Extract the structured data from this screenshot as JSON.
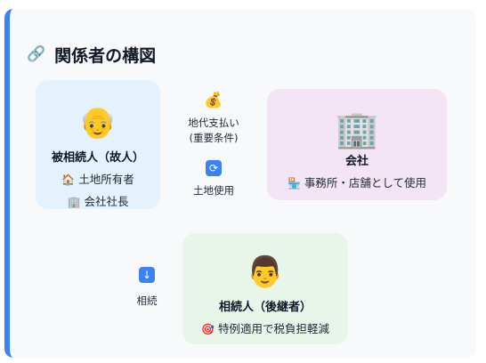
{
  "title": {
    "icon": "link-icon",
    "text": "関係者の構図"
  },
  "deceased": {
    "avatar_icon": "old-man-face-icon",
    "name": "被相続人（故人）",
    "roles": [
      {
        "icon": "house-icon",
        "text": "土地所有者"
      },
      {
        "icon": "office-building-icon",
        "text": "会社社長"
      }
    ]
  },
  "company": {
    "icon": "office-building-icon",
    "name": "会社",
    "roles": [
      {
        "icon": "store-icon",
        "text": "事務所・店舗として使用"
      }
    ]
  },
  "heir": {
    "avatar_icon": "man-face-icon",
    "name": "相続人（後継者）",
    "roles": [
      {
        "icon": "target-icon",
        "text": "特例適用で税負担軽減"
      }
    ]
  },
  "connectors": {
    "rent": {
      "icon": "money-bag-icon",
      "line1": "地代支払い",
      "line2": "(重要条件)"
    },
    "land_use": {
      "icon": "refresh-arrows-icon",
      "label": "土地使用"
    },
    "inheritance": {
      "icon": "down-arrow-icon",
      "label": "相続"
    }
  },
  "colors": {
    "accent": "#3b82f6",
    "deceased_box": "#e3f2fd",
    "company_box": "#f3e5f5",
    "heir_box": "#e8f5e9"
  }
}
